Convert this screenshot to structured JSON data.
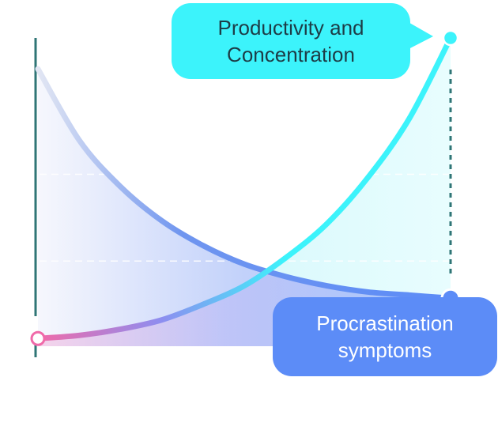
{
  "chart_data": {
    "type": "line",
    "title": "",
    "xlabel": "",
    "ylabel": "",
    "grid": true,
    "legend": "none",
    "xlim": [
      0,
      1
    ],
    "ylim": [
      0,
      1
    ],
    "series": [
      {
        "name": "Productivity and Concentration",
        "color": "#3cf3fb",
        "x": [
          0,
          0.1,
          0.2,
          0.3,
          0.4,
          0.5,
          0.6,
          0.7,
          0.8,
          0.9,
          1.0
        ],
        "y": [
          0.03,
          0.04,
          0.06,
          0.09,
          0.14,
          0.2,
          0.29,
          0.4,
          0.55,
          0.74,
          1.0
        ]
      },
      {
        "name": "Procrastination symptoms",
        "color": "#5c8cf7",
        "x": [
          0,
          0.1,
          0.2,
          0.3,
          0.4,
          0.5,
          0.6,
          0.7,
          0.8,
          0.9,
          1.0
        ],
        "y": [
          0.9,
          0.67,
          0.52,
          0.41,
          0.33,
          0.27,
          0.23,
          0.2,
          0.18,
          0.17,
          0.16
        ]
      }
    ],
    "callouts": [
      {
        "text_lines": [
          "Productivity and",
          "Concentration"
        ],
        "series": "Productivity and Concentration",
        "background": "#3cf3fb",
        "text_color": "#1d3c46"
      },
      {
        "text_lines": [
          "Procrastination",
          "symptoms"
        ],
        "series": "Procrastination symptoms",
        "background": "#5c8cf7",
        "text_color": "#ffffff"
      }
    ],
    "colors": {
      "axis": "#2f7576",
      "low_start": "#f06aa9",
      "grid": "#ffffff"
    }
  }
}
